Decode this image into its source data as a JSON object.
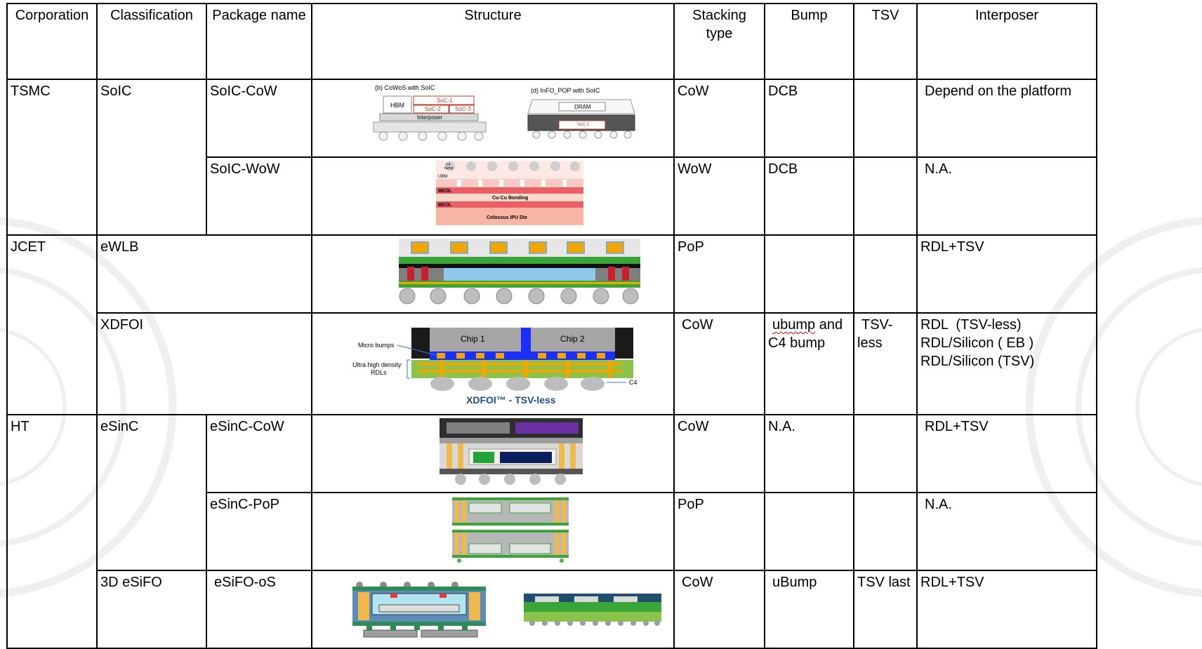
{
  "headers": {
    "corporation": "Corporation",
    "classification": "Classification",
    "package_name": "Package name",
    "structure": "Structure",
    "stacking_type": "Stacking type",
    "bump": "Bump",
    "tsv": "TSV",
    "interposer": "Interposer"
  },
  "rows": {
    "tsmc": {
      "corporation": "TSMC",
      "classification": "SoIC",
      "soic_cow": {
        "package_name": "SoIC-CoW",
        "stacking_type": "CoW",
        "bump": "DCB",
        "tsv": "",
        "interposer": "Depend on the platform",
        "diagram": {
          "cowos_caption": "(b) CoWoS with SoIC",
          "hbm": "HBM",
          "soc1": "SoC-1",
          "soc2": "SoC-2",
          "soc3": "SoC-3",
          "interposer": "Interposer",
          "info_caption": "(d) InFO_POP with SoIC",
          "dram": "DRAM"
        }
      },
      "soic_wow": {
        "package_name": "SoIC-WoW",
        "stacking_type": "WoW",
        "bump": "DCB",
        "tsv": "",
        "interposer": "N.A.",
        "diagram": {
          "c4_bump_line1": "C4",
          "c4_bump_line2": "bump",
          "ubm": "UBM",
          "beol_top": "BEOL",
          "cu_cu": "Cu-Cu Bonding",
          "beol_bottom": "BEOL",
          "ipu_die": "Colossus IPU Die"
        }
      }
    },
    "jcet": {
      "corporation": "JCET",
      "ewlb": {
        "classification": "eWLB",
        "stacking_type": "PoP",
        "bump": "",
        "tsv": "",
        "interposer": "RDL+TSV"
      },
      "xdfoi": {
        "classification": "XDFOI",
        "stacking_type": "CoW",
        "bump_line1": "ubump",
        "bump_line1_rest": " and",
        "bump_line2": "C4 bump",
        "tsv_line1": "TSV-",
        "tsv_line2": "less",
        "interposer_line1": "RDL  (TSV-less)",
        "interposer_line2": "RDL/Silicon ( EB )",
        "interposer_line3": "RDL/Silicon (TSV)",
        "diagram": {
          "chip1": "Chip 1",
          "chip2": "Chip 2",
          "micro_bumps": "Micro bumps",
          "rdl_line1": "Ultra high density",
          "rdl_line2": "RDLs",
          "c4": "C4",
          "caption": "XDFOI™ - TSV-less"
        }
      }
    },
    "ht": {
      "corporation": "HT",
      "esinc": {
        "classification": "eSinC",
        "cow": {
          "package_name": "eSinC-CoW",
          "stacking_type": "CoW",
          "bump": "N.A.",
          "tsv": "",
          "interposer": "RDL+TSV"
        },
        "pop": {
          "package_name": "eSinC-PoP",
          "stacking_type": "PoP",
          "bump": "",
          "tsv": "",
          "interposer": "N.A."
        }
      },
      "esifo": {
        "classification": "3D eSiFO",
        "package_name": "eSiFO-oS",
        "stacking_type": "CoW",
        "bump": "uBump",
        "tsv": "TSV last",
        "interposer": "RDL+TSV"
      }
    }
  },
  "colors": {
    "grid": "#000000",
    "tsmc_red": "#c0392b",
    "jcet_yellow": "#f0a500",
    "jcet_green": "#3aa63a",
    "xdfoi_blue": "#1a2fff",
    "xdfoi_caption": "#1f4e8c",
    "ht_purple": "#6a2fa0",
    "ht_navy": "#0b1f5c"
  }
}
